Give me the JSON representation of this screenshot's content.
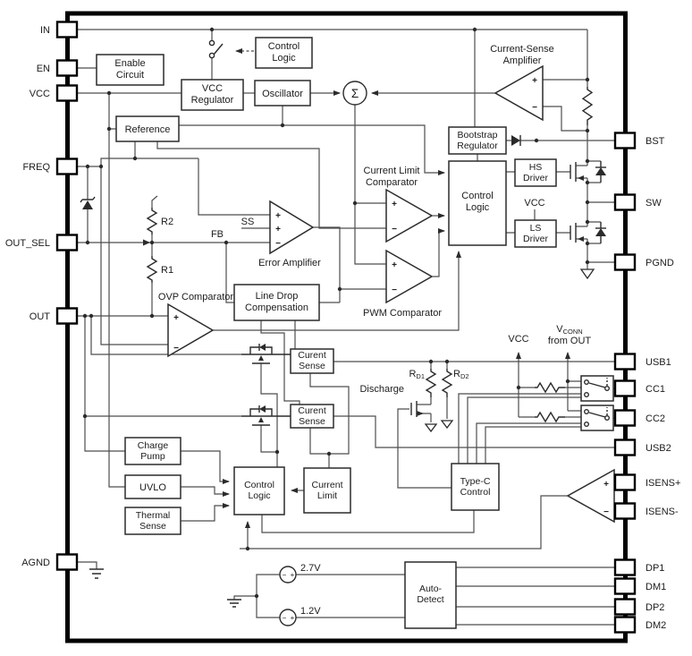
{
  "pins": {
    "left": [
      {
        "label": "IN"
      },
      {
        "label": "EN"
      },
      {
        "label": "VCC"
      },
      {
        "label": "FREQ"
      },
      {
        "label": "OUT_SEL"
      },
      {
        "label": "OUT"
      },
      {
        "label": "AGND"
      }
    ],
    "right": [
      {
        "label": "BST"
      },
      {
        "label": "SW"
      },
      {
        "label": "PGND"
      },
      {
        "label": "USB1"
      },
      {
        "label": "CC1"
      },
      {
        "label": "CC2"
      },
      {
        "label": "USB2"
      },
      {
        "label": "ISENS+"
      },
      {
        "label": "ISENS-"
      },
      {
        "label": "DP1"
      },
      {
        "label": "DM1"
      },
      {
        "label": "DP2"
      },
      {
        "label": "DM2"
      }
    ]
  },
  "blocks": {
    "enable": {
      "l1": "Enable",
      "l2": "Circuit"
    },
    "ctl_top": {
      "l1": "Control",
      "l2": "Logic"
    },
    "vcc_reg": {
      "l1": "VCC",
      "l2": "Regulator"
    },
    "osc": {
      "l1": "Oscillator"
    },
    "ref": {
      "l1": "Reference"
    },
    "bootstrap": {
      "l1": "Bootstrap",
      "l2": "Regulator"
    },
    "ctl_right": {
      "l1": "Control",
      "l2": "Logic"
    },
    "hs": {
      "l1": "HS",
      "l2": "Driver"
    },
    "ls": {
      "l1": "LS",
      "l2": "Driver"
    },
    "ldc": {
      "l1": "Line Drop",
      "l2": "Compensation"
    },
    "cs1": {
      "l1": "Curent",
      "l2": "Sense"
    },
    "cs2": {
      "l1": "Curent",
      "l2": "Sense"
    },
    "charge_pump": {
      "l1": "Charge",
      "l2": "Pump"
    },
    "uvlo": {
      "l1": "UVLO"
    },
    "thermal": {
      "l1": "Thermal",
      "l2": "Sense"
    },
    "ctl_bottom": {
      "l1": "Control",
      "l2": "Logic"
    },
    "current_limit": {
      "l1": "Current",
      "l2": "Limit"
    },
    "typec": {
      "l1": "Type-C",
      "l2": "Control"
    },
    "autodetect": {
      "l1": "Auto-",
      "l2": "Detect"
    }
  },
  "amps": {
    "csa": {
      "l1": "Current-Sense",
      "l2": "Amplifier"
    },
    "error": "Error Amplifier",
    "cl": {
      "l1": "Current Limit",
      "l2": "Comparator"
    },
    "pwm": "PWM Comparator",
    "ovp": "OVP Comparator"
  },
  "labels": {
    "ss": "SS",
    "fb": "FB",
    "r2": "R2",
    "r1": "R1",
    "vcc_ls": "VCC",
    "vcc_cc": "VCC",
    "vconn_v": "V",
    "vconn_sub": "CONN",
    "vconn_from": "from OUT",
    "rd1_r": "R",
    "rd1_sub": "D1",
    "rd2_r": "R",
    "rd2_sub": "D2",
    "discharge": "Discharge",
    "v27": "2.7V",
    "v12": "1.2V",
    "sigma": "Σ"
  },
  "sym": {
    "plus": "+",
    "minus": "−"
  },
  "colors": {
    "background": "#ffffff",
    "border": "#000000",
    "wire": "#4d4d4d",
    "component": "#2b2b2b",
    "text": "#1c1c1c"
  }
}
